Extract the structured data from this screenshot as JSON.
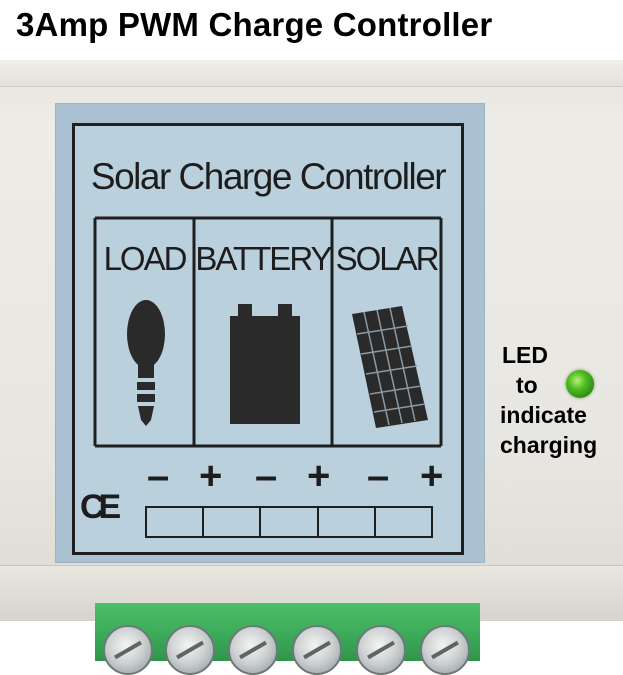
{
  "title": "3Amp PWM Charge Controller",
  "panel": {
    "heading": "Solar Charge Controller",
    "sections": [
      {
        "label": "LOAD",
        "icon": "lightbulb-icon"
      },
      {
        "label": "BATTERY",
        "icon": "battery-icon"
      },
      {
        "label": "SOLAR",
        "icon": "solar-panel-icon"
      }
    ],
    "terminal_signs": [
      "–",
      "+",
      "–",
      "+",
      "–",
      "+"
    ],
    "ce_mark": "CE"
  },
  "led": {
    "caption_lines": [
      "LED",
      "to",
      "indicate",
      "charging"
    ],
    "color": "#3fae1c"
  },
  "colors": {
    "casing": "#e8e6e0",
    "label_background": "#b2c9d7",
    "connector": "#3fad5c"
  }
}
